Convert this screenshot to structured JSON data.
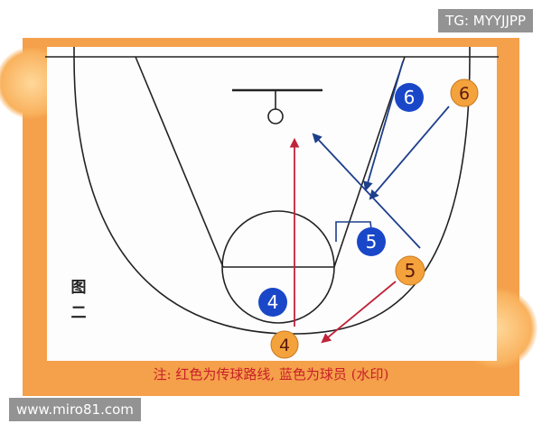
{
  "watermarks": {
    "telegram": "TG: MYYJJPP",
    "site": "www.miro81.com"
  },
  "figure_label": [
    "图",
    "二"
  ],
  "note": "注: 红色为传球路线, 蓝色为球员 (水印)",
  "players": {
    "orange": [
      "4",
      "5",
      "6"
    ],
    "blue": [
      "4",
      "5",
      "6"
    ]
  },
  "colors": {
    "frame": "#f5a04a",
    "court_line": "#222222",
    "pass_line": "#c0243a",
    "run_line": "#1e3f8c",
    "orange_player": "#f4a23c",
    "blue_player": "#1947c8",
    "note_text": "#c81e2a"
  }
}
